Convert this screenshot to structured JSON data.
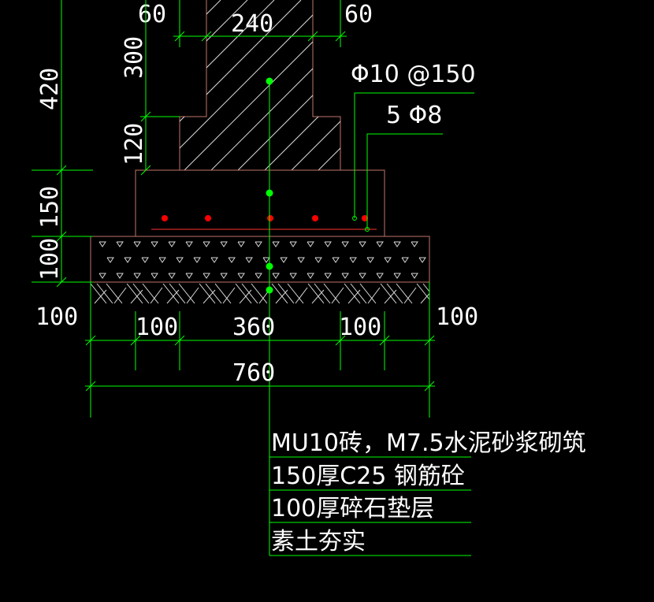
{
  "dimensions": {
    "top_left_60": "60",
    "top_240": "240",
    "top_right_60": "60",
    "left_300": "300",
    "left_120": "120",
    "left_420": "420",
    "left_150": "150",
    "left_100": "100",
    "bottom_100_left": "100",
    "bottom_100_a": "100",
    "bottom_360": "360",
    "bottom_100_b": "100",
    "bottom_100_right": "100",
    "bottom_760": "760"
  },
  "rebar": {
    "stirrup": "Φ10 @150",
    "main": "5 Φ8"
  },
  "notes": [
    "MU10砖，M7.5水泥砂浆砌筑",
    "150厚C25 钢筋砼",
    "100厚碎石垫层",
    "素土夯实"
  ],
  "colors": {
    "background": "#000000",
    "dimension_line": "#00ff00",
    "outline": "#c0736a",
    "rebar_dot": "#ff0000",
    "center_dot": "#00ff00",
    "text": "#ffffff"
  }
}
